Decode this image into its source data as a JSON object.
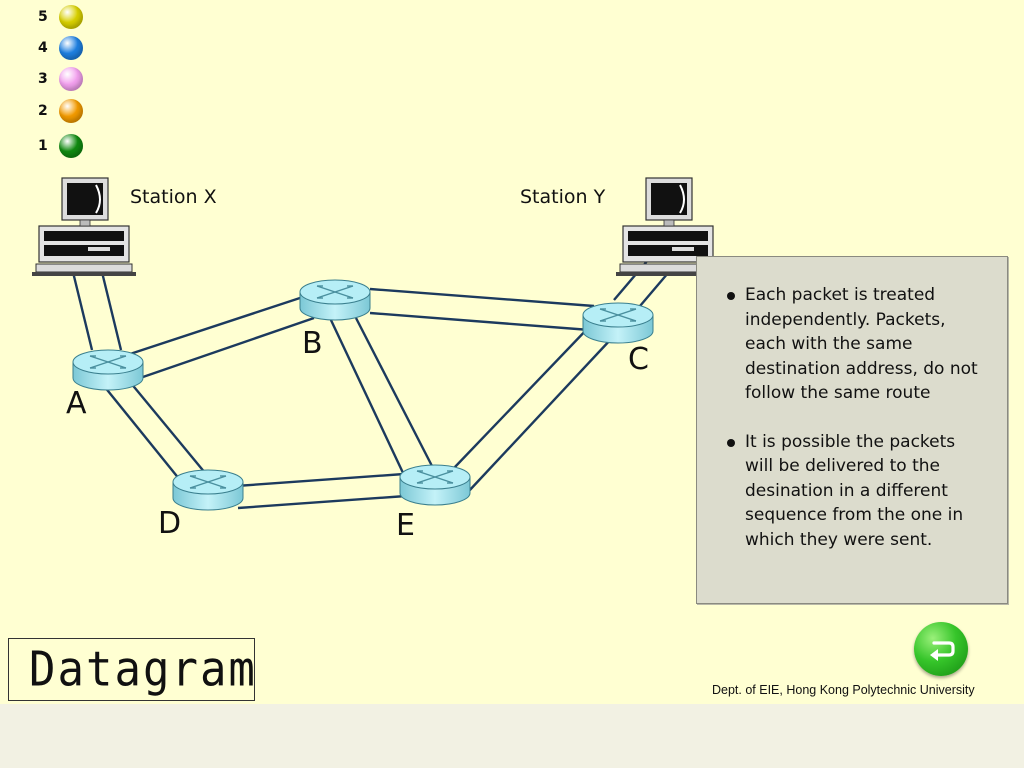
{
  "legend": [
    {
      "number": "5",
      "color": "#d8d000"
    },
    {
      "number": "4",
      "color": "#1e7fe0"
    },
    {
      "number": "3",
      "color": "#f2a0ee"
    },
    {
      "number": "2",
      "color": "#f29a00"
    },
    {
      "number": "1",
      "color": "#108a10"
    }
  ],
  "stations": {
    "x": {
      "label": "Station X",
      "icon": "computer-icon"
    },
    "y": {
      "label": "Station Y",
      "icon": "computer-icon"
    }
  },
  "nodes": {
    "a": {
      "label": "A",
      "icon": "router-icon"
    },
    "b": {
      "label": "B",
      "icon": "router-icon"
    },
    "c": {
      "label": "C",
      "icon": "router-icon"
    },
    "d": {
      "label": "D",
      "icon": "router-icon"
    },
    "e": {
      "label": "E",
      "icon": "router-icon"
    }
  },
  "info": {
    "bullets": [
      "Each packet is treated independently. Packets, each with the same destination address, do not follow the same route",
      "It is possible the packets will be delivered to the desination in a different sequence from the one in which they were sent."
    ]
  },
  "title": "Datagram",
  "back_button": {
    "icon": "return-arrow-icon",
    "color": "#2fbf25"
  },
  "footer": "Dept. of EIE, Hong Kong Polytechnic University",
  "colors": {
    "background": "#ffffd2",
    "link": "#1c3a5e",
    "router": "#a8e6f0",
    "info_box": "#dcdccd"
  }
}
